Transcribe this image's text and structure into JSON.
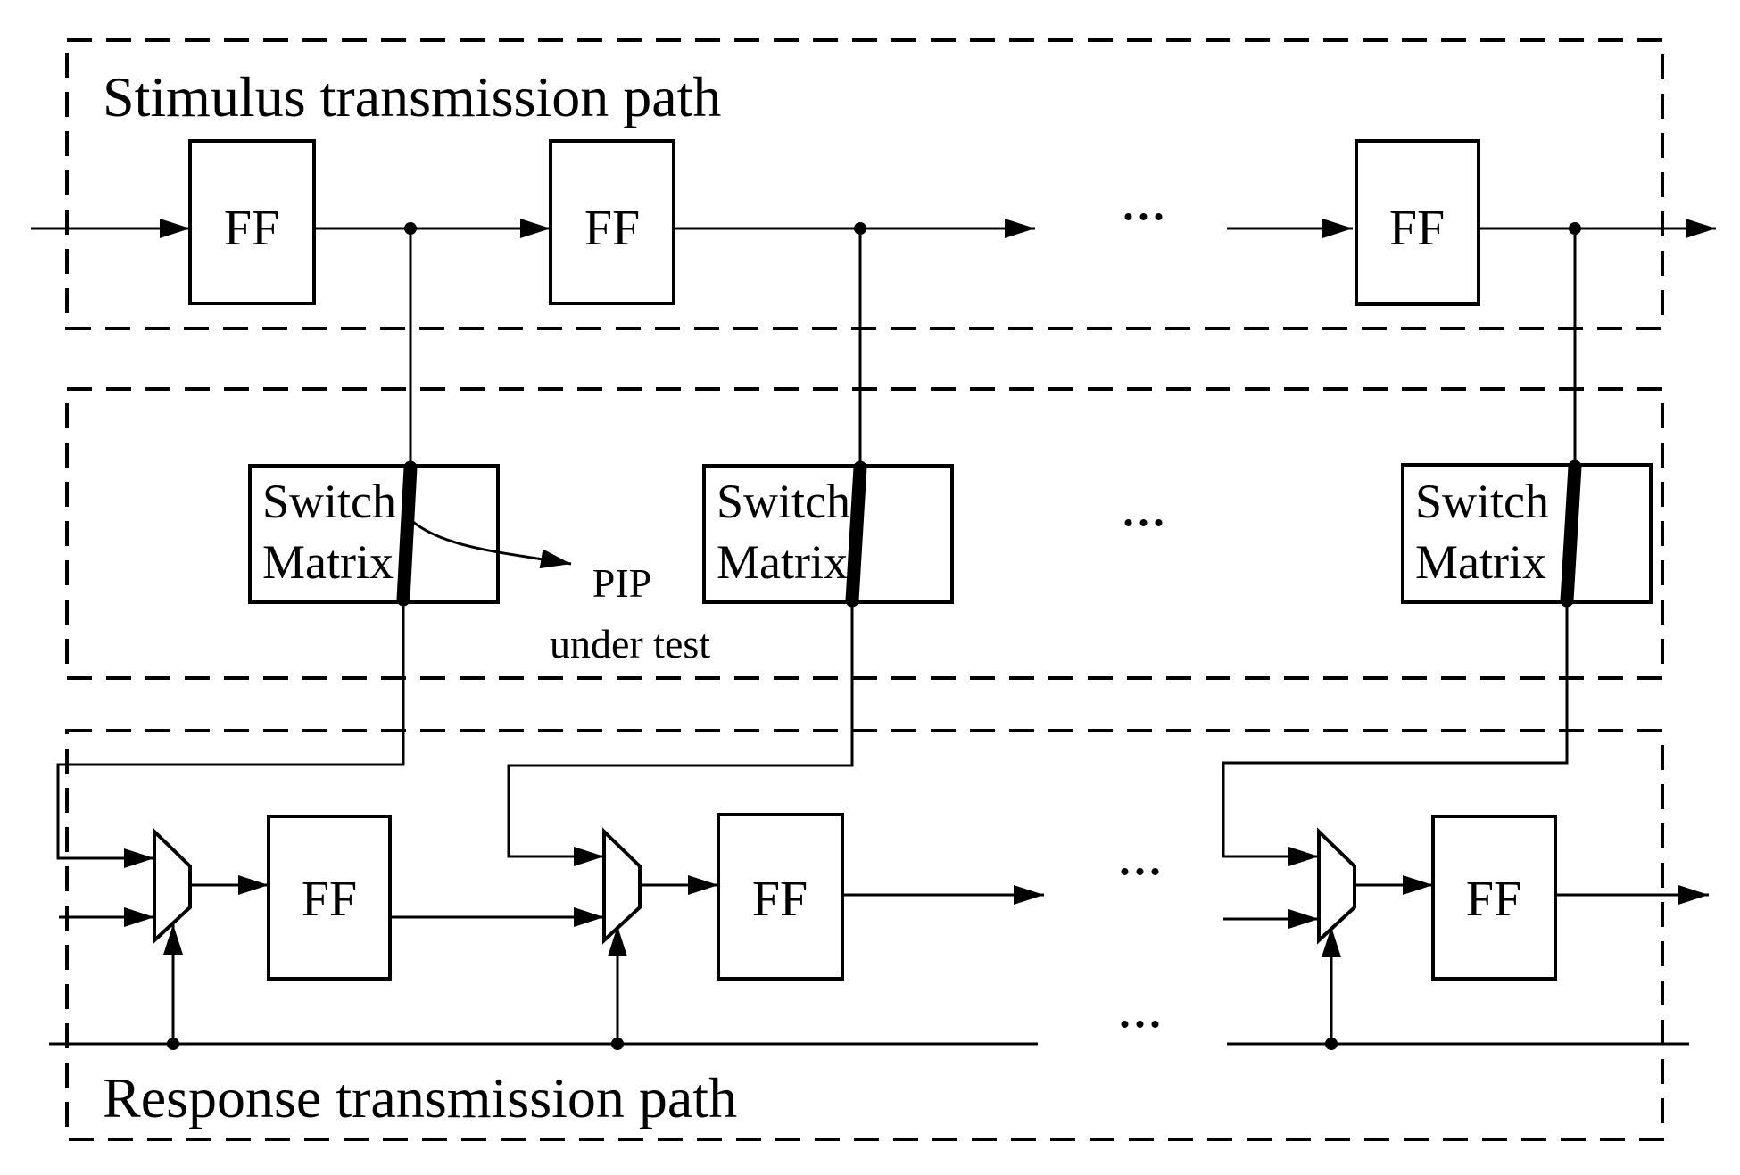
{
  "diagram": {
    "title_top": "Stimulus transmission path",
    "title_bottom": "Response transmission path",
    "ff_label": "FF",
    "switch_matrix_line1": "Switch",
    "switch_matrix_line2": "Matrix",
    "pip_line1": "PIP",
    "pip_line2": "under test",
    "ellipsis": "...",
    "colors": {
      "ink": "#000000",
      "background": "#ffffff"
    }
  }
}
